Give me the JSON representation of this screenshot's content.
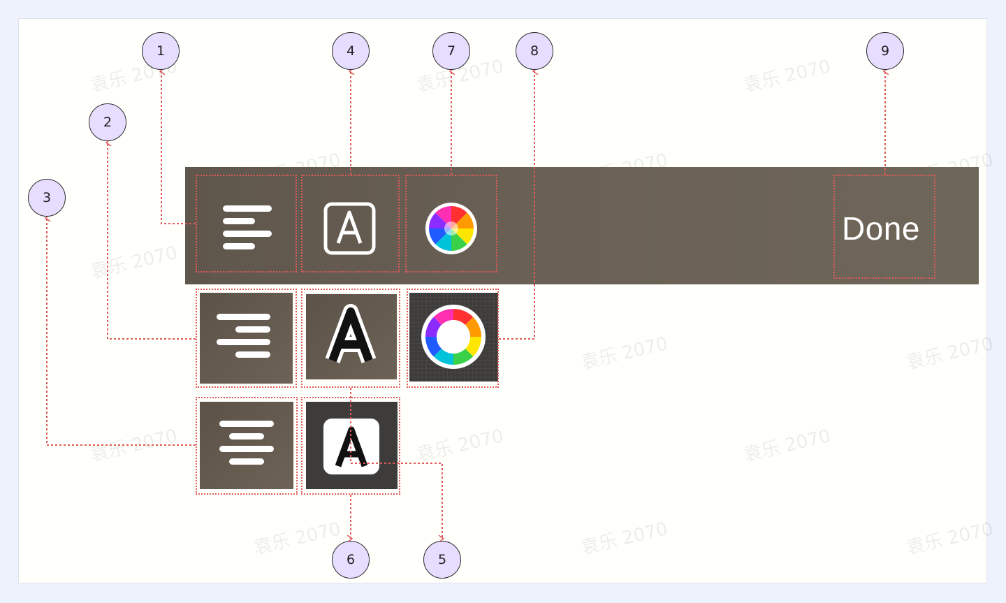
{
  "toolbar": {
    "done_label": "Done"
  },
  "watermark": "袁乐 2070",
  "callouts": [
    "1",
    "2",
    "3",
    "4",
    "5",
    "6",
    "7",
    "8",
    "9"
  ],
  "icons": {
    "slot1": "align-left-icon",
    "slot4": "text-style-outline-icon",
    "slot7": "color-wheel-icon",
    "tile2": "align-right-icon",
    "tile3": "align-center-icon",
    "tile5": "text-style-stroke-icon",
    "tile6": "text-style-filled-icon",
    "tile8": "color-wheel-ring-icon"
  },
  "colors": {
    "toolbar_bg": "#675d52",
    "callout_fill": "#e6ddff",
    "dotted_line": "#e05a5a",
    "dark_tile": "#3d3c3b"
  }
}
